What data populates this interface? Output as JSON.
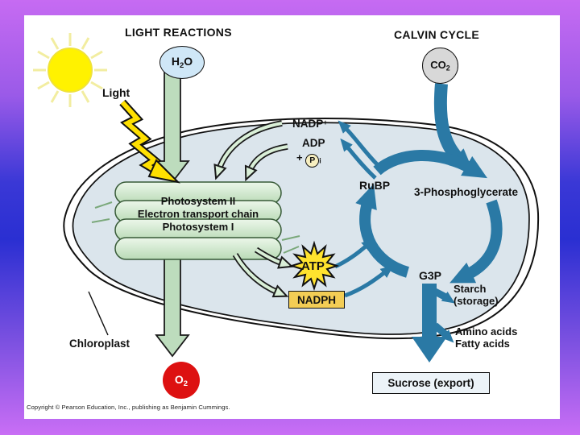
{
  "titles": {
    "light_reactions": "LIGHT REACTIONS",
    "calvin_cycle": "CALVIN CYCLE"
  },
  "molecules": {
    "h2o": {
      "pre": "H",
      "sub": "2",
      "post": "O"
    },
    "co2": {
      "pre": "CO",
      "sub": "2",
      "post": ""
    },
    "o2": {
      "pre": "O",
      "sub": "2",
      "post": ""
    },
    "nadp": {
      "base": "NADP",
      "sup": "+"
    },
    "adp": "ADP",
    "pi": {
      "plus": "+",
      "base": "P",
      "sub": "i"
    },
    "atp": "ATP",
    "nadph": "NADPH",
    "rubp": "RuBP",
    "pg3": "3-Phosphoglycerate",
    "g3p": "G3P"
  },
  "labels": {
    "light": "Light",
    "photosystem_ii": "Photosystem II",
    "electron_transport_chain": "Electron transport chain",
    "photosystem_i": "Photosystem I",
    "chloroplast": "Chloroplast",
    "starch_line1": "Starch",
    "starch_line2": "(storage)",
    "amino_acids": "Amino acids",
    "fatty_acids": "Fatty acids",
    "sucrose": "Sucrose (export)"
  },
  "footer": {
    "copyright": "Copyright © Pearson Education, Inc., publishing as Benjamin Cummings."
  },
  "colors": {
    "calvin_blue": "#2a79a5",
    "membrane_arrow_green": "#bddcbd",
    "pale_green_arrow": "#d9efd7",
    "photosystem_green": "#cde8ca",
    "atp_yellow": "#ffe32e",
    "nadph_gold": "#f3cd55",
    "o2_red": "#dd1111",
    "h2o_blue": "#cfe7f7",
    "co2_gray": "#d8d8d8",
    "chloroplast_fill": "#dbe5ec",
    "sun_yellow": "#fff200",
    "frame_purple": "#c66bf2",
    "frame_blue": "#2a2fd2"
  }
}
